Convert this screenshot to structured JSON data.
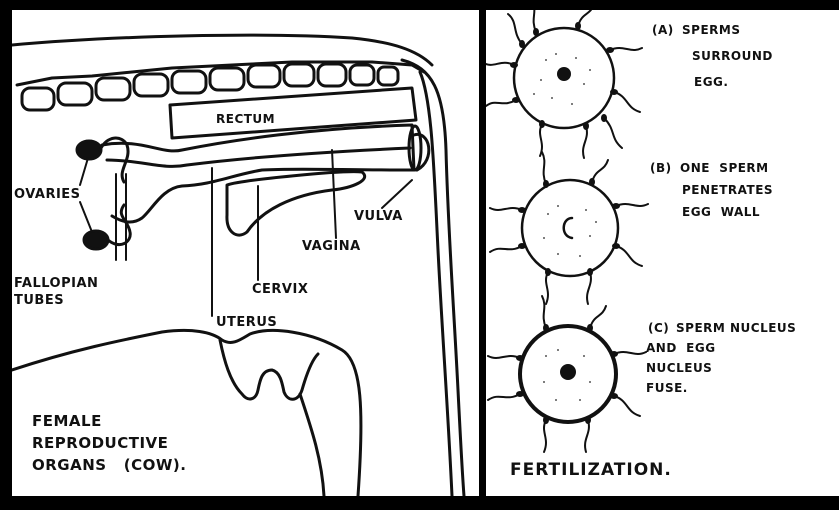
{
  "left_panel": {
    "labels": {
      "rectum": "RECTUM",
      "ovaries": "OVARIES",
      "fallopian_1": "FALLOPIAN",
      "fallopian_2": "TUBES",
      "uterus": "UTERUS",
      "cervix": "CERVIX",
      "vagina": "VAGINA",
      "vulva": "VULVA"
    },
    "caption": {
      "line1": "FEMALE",
      "line2": "REPRODUCTIVE",
      "line3": "ORGANS   (COW)."
    }
  },
  "right_panel": {
    "steps": [
      {
        "letter": "(a)",
        "line1": "SPERMS",
        "line2": "SURROUND",
        "line3": "EGG."
      },
      {
        "letter": "(b)",
        "line1": "ONE  SPERM",
        "line2": "PENETRATES",
        "line3": "EGG  WALL"
      },
      {
        "letter": "(c)",
        "line1": "SPERM NUCLEUS",
        "line2": "AND  EGG",
        "line3": "NUCLEUS",
        "line4": "FUSE."
      }
    ],
    "caption": "FERTILIZATION."
  }
}
